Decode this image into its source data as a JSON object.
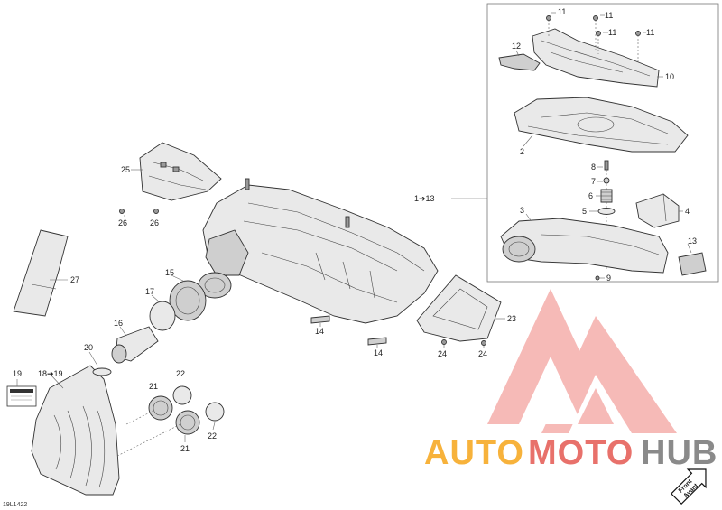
{
  "diagram": {
    "drawing_code": "19L1422",
    "callouts": [
      "11",
      "11",
      "11",
      "11",
      "12",
      "10",
      "2",
      "8",
      "7",
      "6",
      "5",
      "4",
      "3",
      "13",
      "9",
      "1➔13",
      "25",
      "26",
      "26",
      "27",
      "15",
      "17",
      "16",
      "14",
      "14",
      "23",
      "24",
      "24",
      "20",
      "19",
      "18➔19",
      "21",
      "22",
      "21",
      "22"
    ],
    "front_sign": {
      "line1": "Front",
      "line2": "Avant"
    }
  },
  "watermark": {
    "part1": "AUTO",
    "part2": "MOTO",
    "part3": "HUB",
    "colors": {
      "auto": "#f7b23b",
      "moto": "#e8716b",
      "hub": "#8a8a8a",
      "logo": "#f08a86"
    }
  }
}
